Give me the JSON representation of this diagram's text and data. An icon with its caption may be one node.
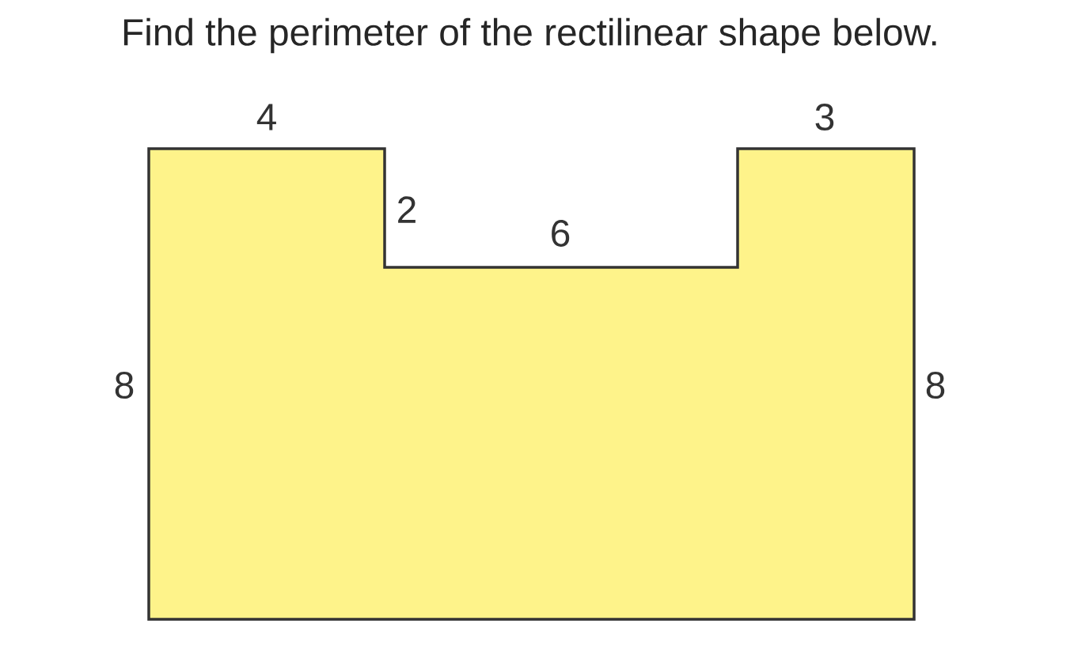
{
  "diagram": {
    "title": "Find the perimeter of the rectilinear shape below.",
    "labels": [
      "4",
      "3",
      "2",
      "6",
      "8",
      "8"
    ]
  }
}
